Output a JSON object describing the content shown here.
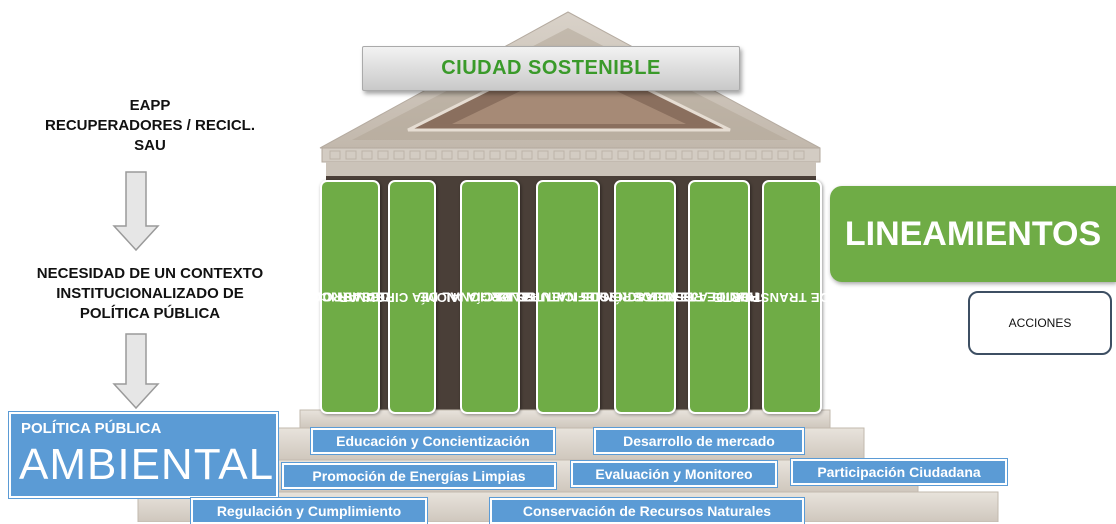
{
  "roof_title": "CIUDAD SOSTENIBLE",
  "left_top": [
    "EAPP",
    "RECUPERADORES  / RECICL.",
    "SAU"
  ],
  "left_mid": [
    "NECESIDAD  DE UN CONTEXTO",
    "INSTITUCIONALIZADO  DE",
    "POLÍTICA  PÚBLICA"
  ],
  "pillars": [
    [
      "DESARROLLO",
      "URBANISTICO"
    ],
    [
      "ECONOMÍA CIRCULAR"
    ],
    [
      "USO RACIONAL  DE",
      "ENERGÍA"
    ],
    [
      "USO EFICIENTES DE",
      "RECURSOS NATURALES"
    ],
    [
      "GENERACIÓN DE",
      "ENERGIAS REN."
    ],
    [
      "GESTION DE RESIDUOS",
      "Y RECICLAJE"
    ],
    [
      "PLAN DE TRANSPORTE"
    ]
  ],
  "lineamientos": "LINEAMIENTOS",
  "acciones": "ACCIONES",
  "politica": {
    "small": "POLÍTICA PÚBLICA",
    "big": "AMBIENTAL"
  },
  "tags": [
    "Educación y Concientización",
    "Desarrollo de mercado",
    "Promoción de Energías Limpias",
    "Evaluación y Monitoreo",
    "Participación Ciudadana",
    "Regulación y Cumplimiento",
    "Conservación de Recursos Naturales"
  ],
  "colors": {
    "pillar_green": "#6fac46",
    "title_green": "#3a9a2a",
    "tag_blue": "#5b9bd5",
    "acciones_border": "#3d4f63"
  }
}
